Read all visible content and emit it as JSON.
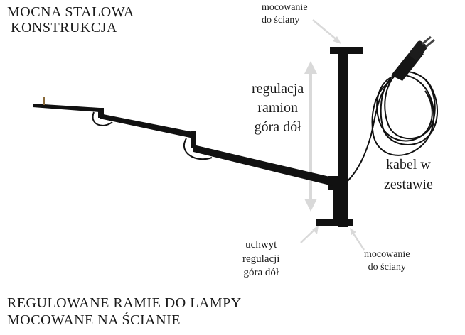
{
  "top_title": {
    "line1": "MOCNA STALOWA",
    "line2": "KONSTRUKCJA"
  },
  "wall_mount_top": {
    "line1": "mocowanie",
    "line2": "do ściany"
  },
  "arm_adjustment": {
    "line1": "regulacja",
    "line2": "ramion",
    "line3": "góra dół"
  },
  "cable_included": {
    "line1": "kabel w",
    "line2": "zestawie"
  },
  "height_handle": {
    "line1": "uchwyt",
    "line2": "regulacji",
    "line3": "góra dół"
  },
  "wall_mount_bottom": {
    "line1": "mocowanie",
    "line2": "do ściany"
  },
  "bottom_title": {
    "line1": "REGULOWANE RAMIE DO LAMPY",
    "line2": "MOCOWANE NA ŚCIANIE"
  },
  "colors": {
    "steel": "#111111",
    "arrow": "#d9d9d9",
    "text": "#1a1a1a",
    "background": "#ffffff"
  },
  "icons": [
    "lamp-arm-illustration",
    "power-cable-illustration",
    "plug-illustration",
    "double-arrow-icon",
    "pointer-arrow-icon"
  ]
}
